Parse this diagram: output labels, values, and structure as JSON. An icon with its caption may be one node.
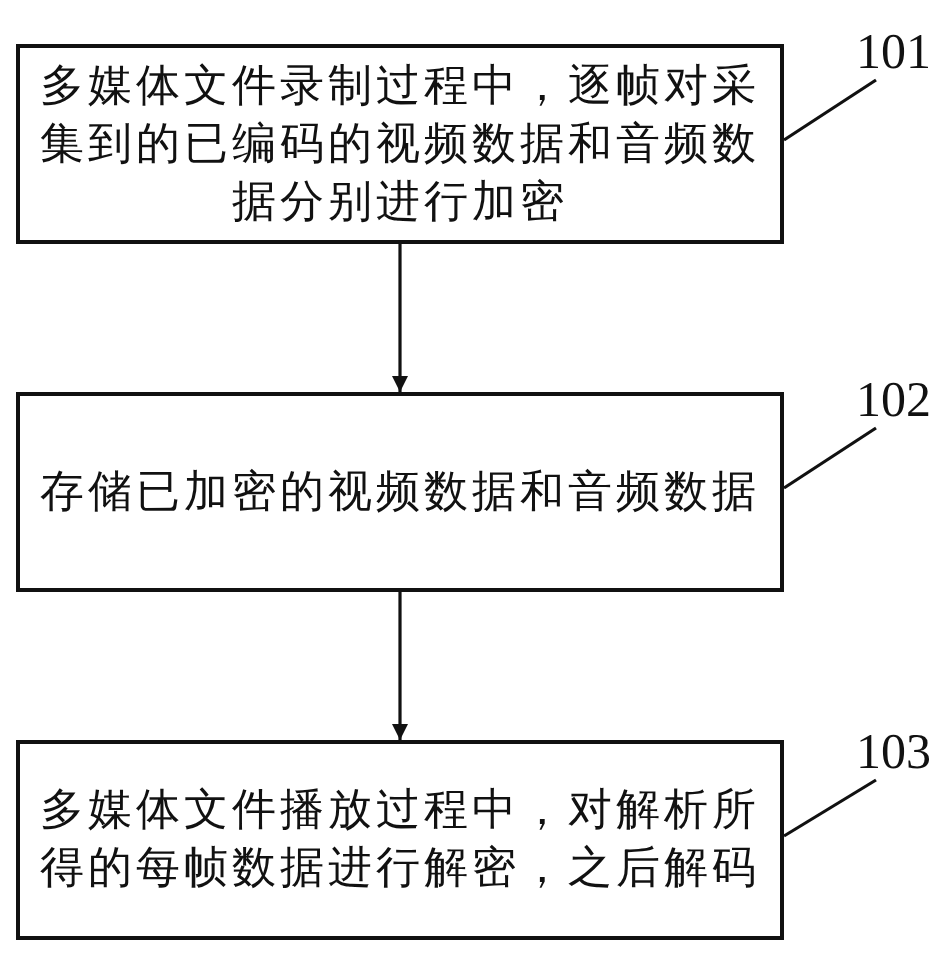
{
  "diagram": {
    "nodes": [
      {
        "text": [
          "多媒体文件录制过程中，逐帧对采集到的已编码的视频数据和音频数据分别进行加密"
        ]
      },
      {
        "text": [
          "存储已加密的视频数据和音频数据"
        ]
      },
      {
        "text": [
          "多媒体文件播放过程中，对解析所得的每帧数据进行解密，之后解码"
        ]
      },
      {
        "text": [
          "101"
        ]
      },
      {
        "text": [
          "102"
        ]
      },
      {
        "text": [
          "103"
        ]
      }
    ],
    "edges": [
      {
        "from": 0,
        "to": 1,
        "arrow": "to"
      },
      {
        "from": 1,
        "to": 2,
        "arrow": "to"
      },
      {
        "from": 3,
        "to": 0,
        "arrow": "none"
      },
      {
        "from": 4,
        "to": 1,
        "arrow": "none"
      },
      {
        "from": 5,
        "to": 2,
        "arrow": "none"
      }
    ]
  }
}
